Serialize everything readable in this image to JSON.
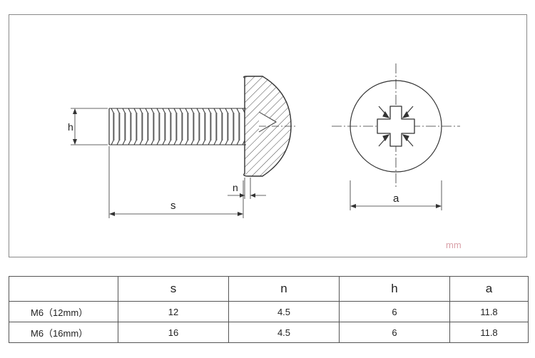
{
  "drawing": {
    "dim_h": "h",
    "dim_s": "s",
    "dim_n": "n",
    "dim_a": "a",
    "unit": "mm"
  },
  "table": {
    "headers": [
      "",
      "s",
      "n",
      "h",
      "a"
    ],
    "rows": [
      {
        "size": "M6（12mm）",
        "s": "12",
        "n": "4.5",
        "h": "6",
        "a": "11.8"
      },
      {
        "size": "M6（16mm）",
        "s": "16",
        "n": "4.5",
        "h": "6",
        "a": "11.8"
      }
    ]
  },
  "colors": {
    "line": "#333333",
    "frame": "#8a8a8a",
    "unit_text": "#d9a0a8"
  }
}
